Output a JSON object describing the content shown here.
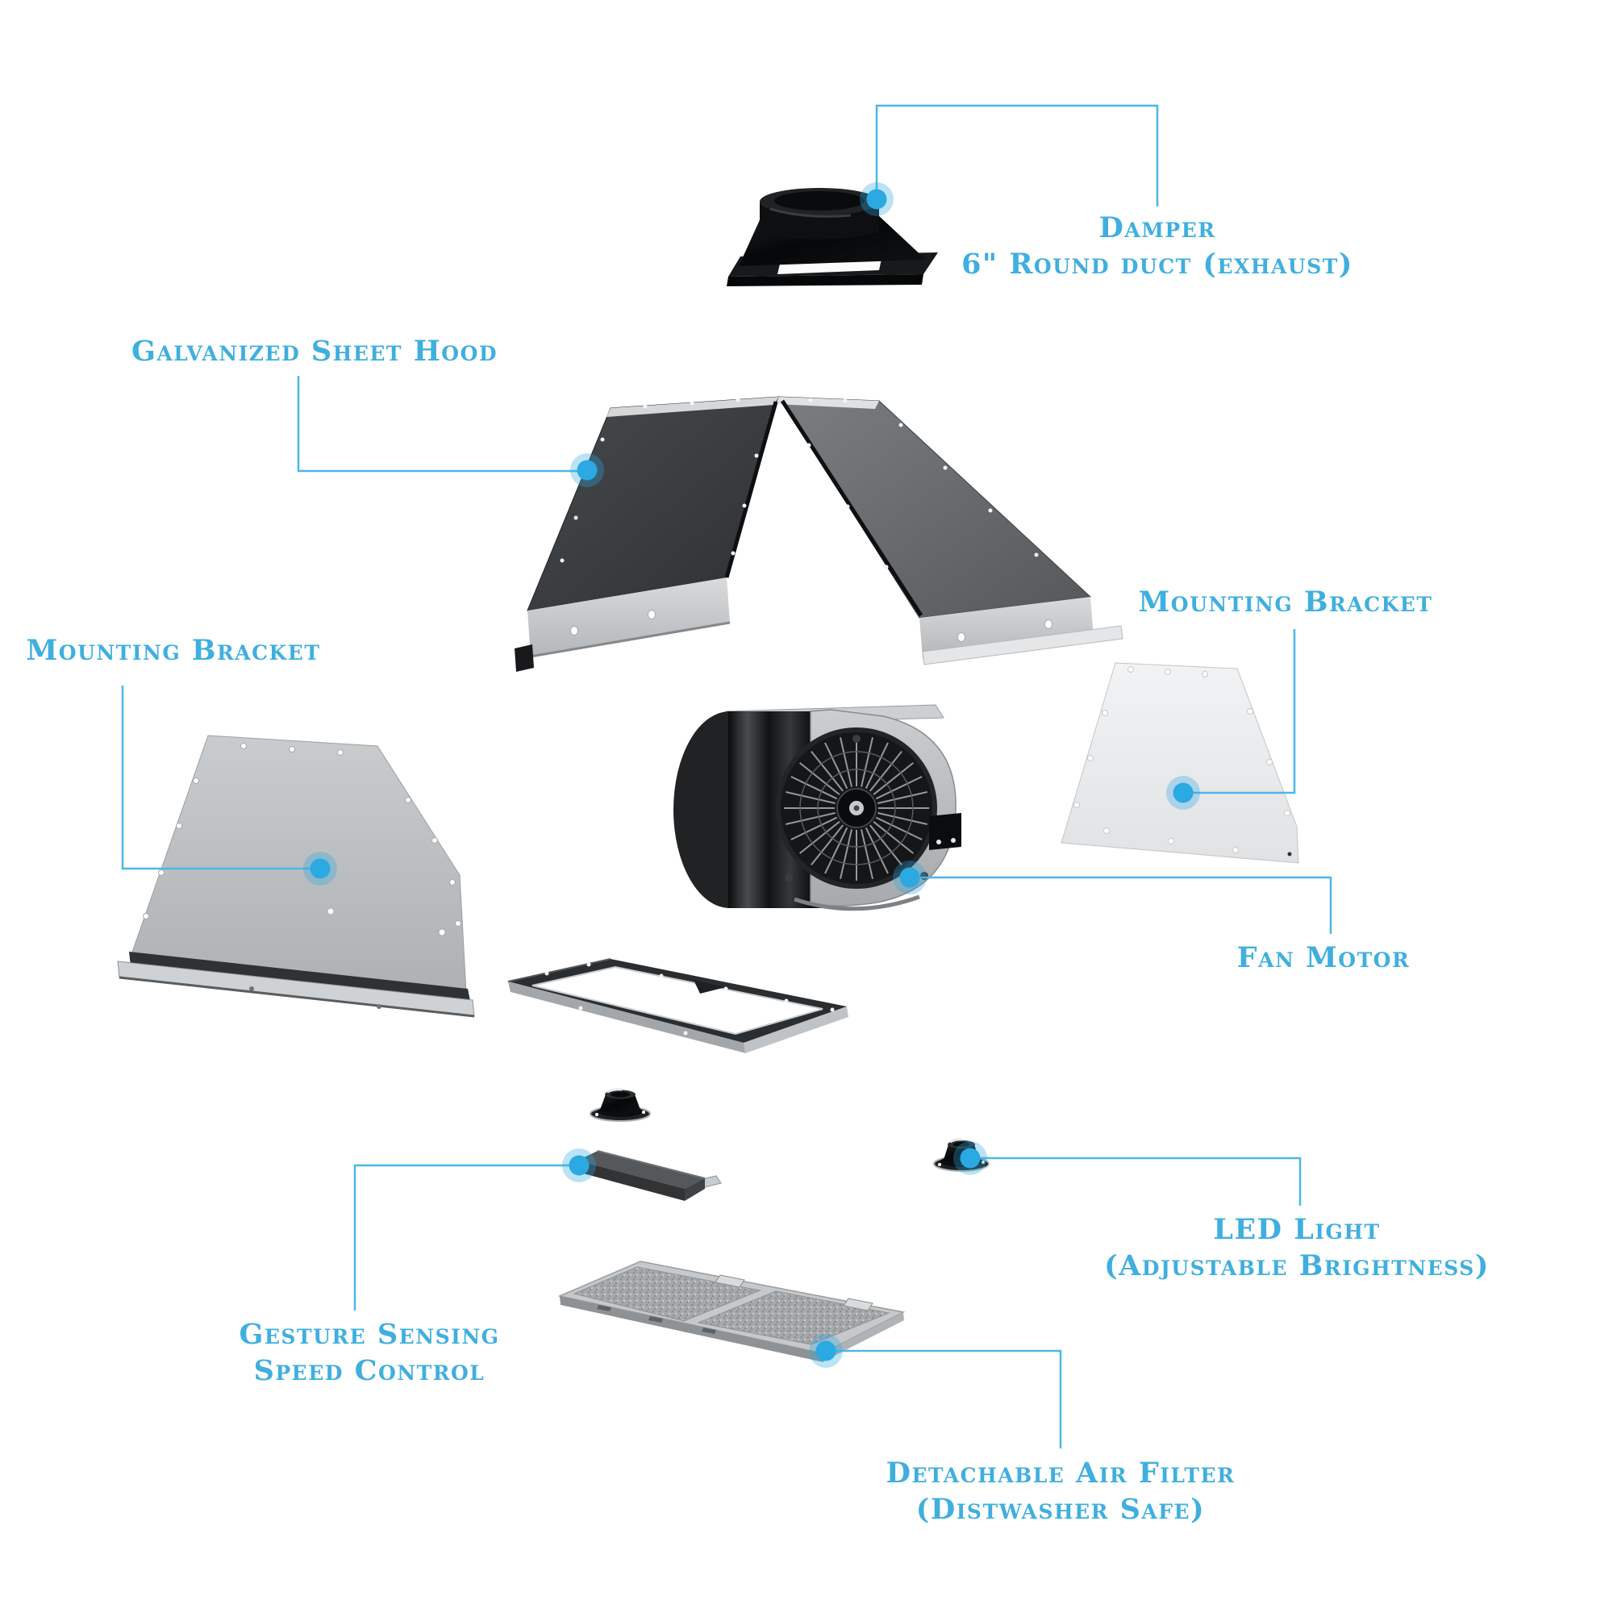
{
  "diagram": {
    "colors": {
      "accent": "#3FAFDF",
      "line": "#4CB8E6",
      "dot": "#2BA9E2",
      "background": "#FFFFFF"
    },
    "labels": {
      "damper": {
        "lines": [
          "Damper",
          "6\" Round duct (exhaust)"
        ]
      },
      "hood": {
        "lines": [
          "Galvanized Sheet Hood"
        ]
      },
      "mounting_bracket_left": {
        "lines": [
          "Mounting Bracket"
        ]
      },
      "mounting_bracket_right": {
        "lines": [
          "Mounting Bracket"
        ]
      },
      "fan_motor": {
        "lines": [
          "Fan Motor"
        ]
      },
      "led_light": {
        "lines": [
          "LED Light",
          "(Adjustable Brightness)"
        ]
      },
      "gesture_control": {
        "lines": [
          "Gesture Sensing",
          "Speed Control"
        ]
      },
      "air_filter": {
        "lines": [
          "Detachable Air Filter",
          "(Distwasher Safe)"
        ]
      }
    }
  }
}
